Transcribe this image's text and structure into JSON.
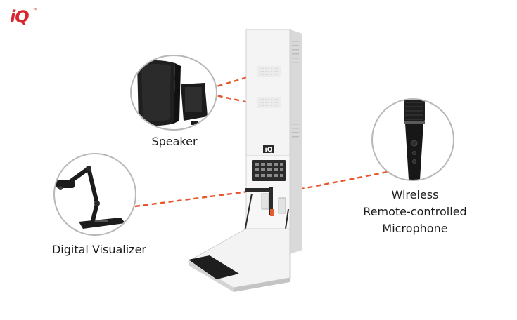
{
  "brand": {
    "logo_text": "iQ",
    "trademark": "™",
    "color": "#d7262e"
  },
  "labels": {
    "speaker": "Speaker",
    "visualizer": "Digital Visualizer",
    "mic_line1": "Wireless",
    "mic_line2": "Remote-controlled",
    "mic_line3": "Microphone"
  },
  "device": {
    "panel_logo": "iQ"
  },
  "colors": {
    "callout_line": "#e8552a",
    "circle_border": "#b8b8b8",
    "device_body": "#f2f2f2"
  },
  "icons": [
    "speaker-icon",
    "visualizer-icon",
    "microphone-icon"
  ]
}
